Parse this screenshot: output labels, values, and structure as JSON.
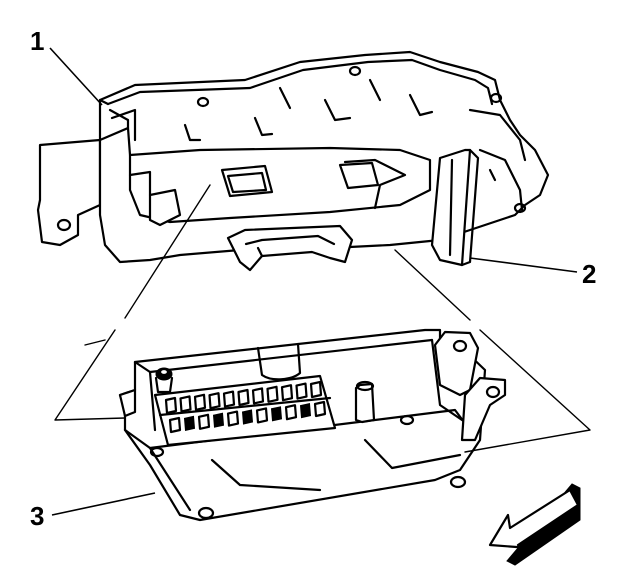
{
  "callouts": [
    {
      "id": "1",
      "label": "1",
      "part": "bracket"
    },
    {
      "id": "2",
      "label": "2",
      "part": "fastener"
    },
    {
      "id": "3",
      "label": "3",
      "part": "module"
    }
  ],
  "direction_arrow": {
    "icon": "front-direction-arrow-icon"
  },
  "colors": {
    "line": "#000000",
    "background": "#ffffff"
  }
}
